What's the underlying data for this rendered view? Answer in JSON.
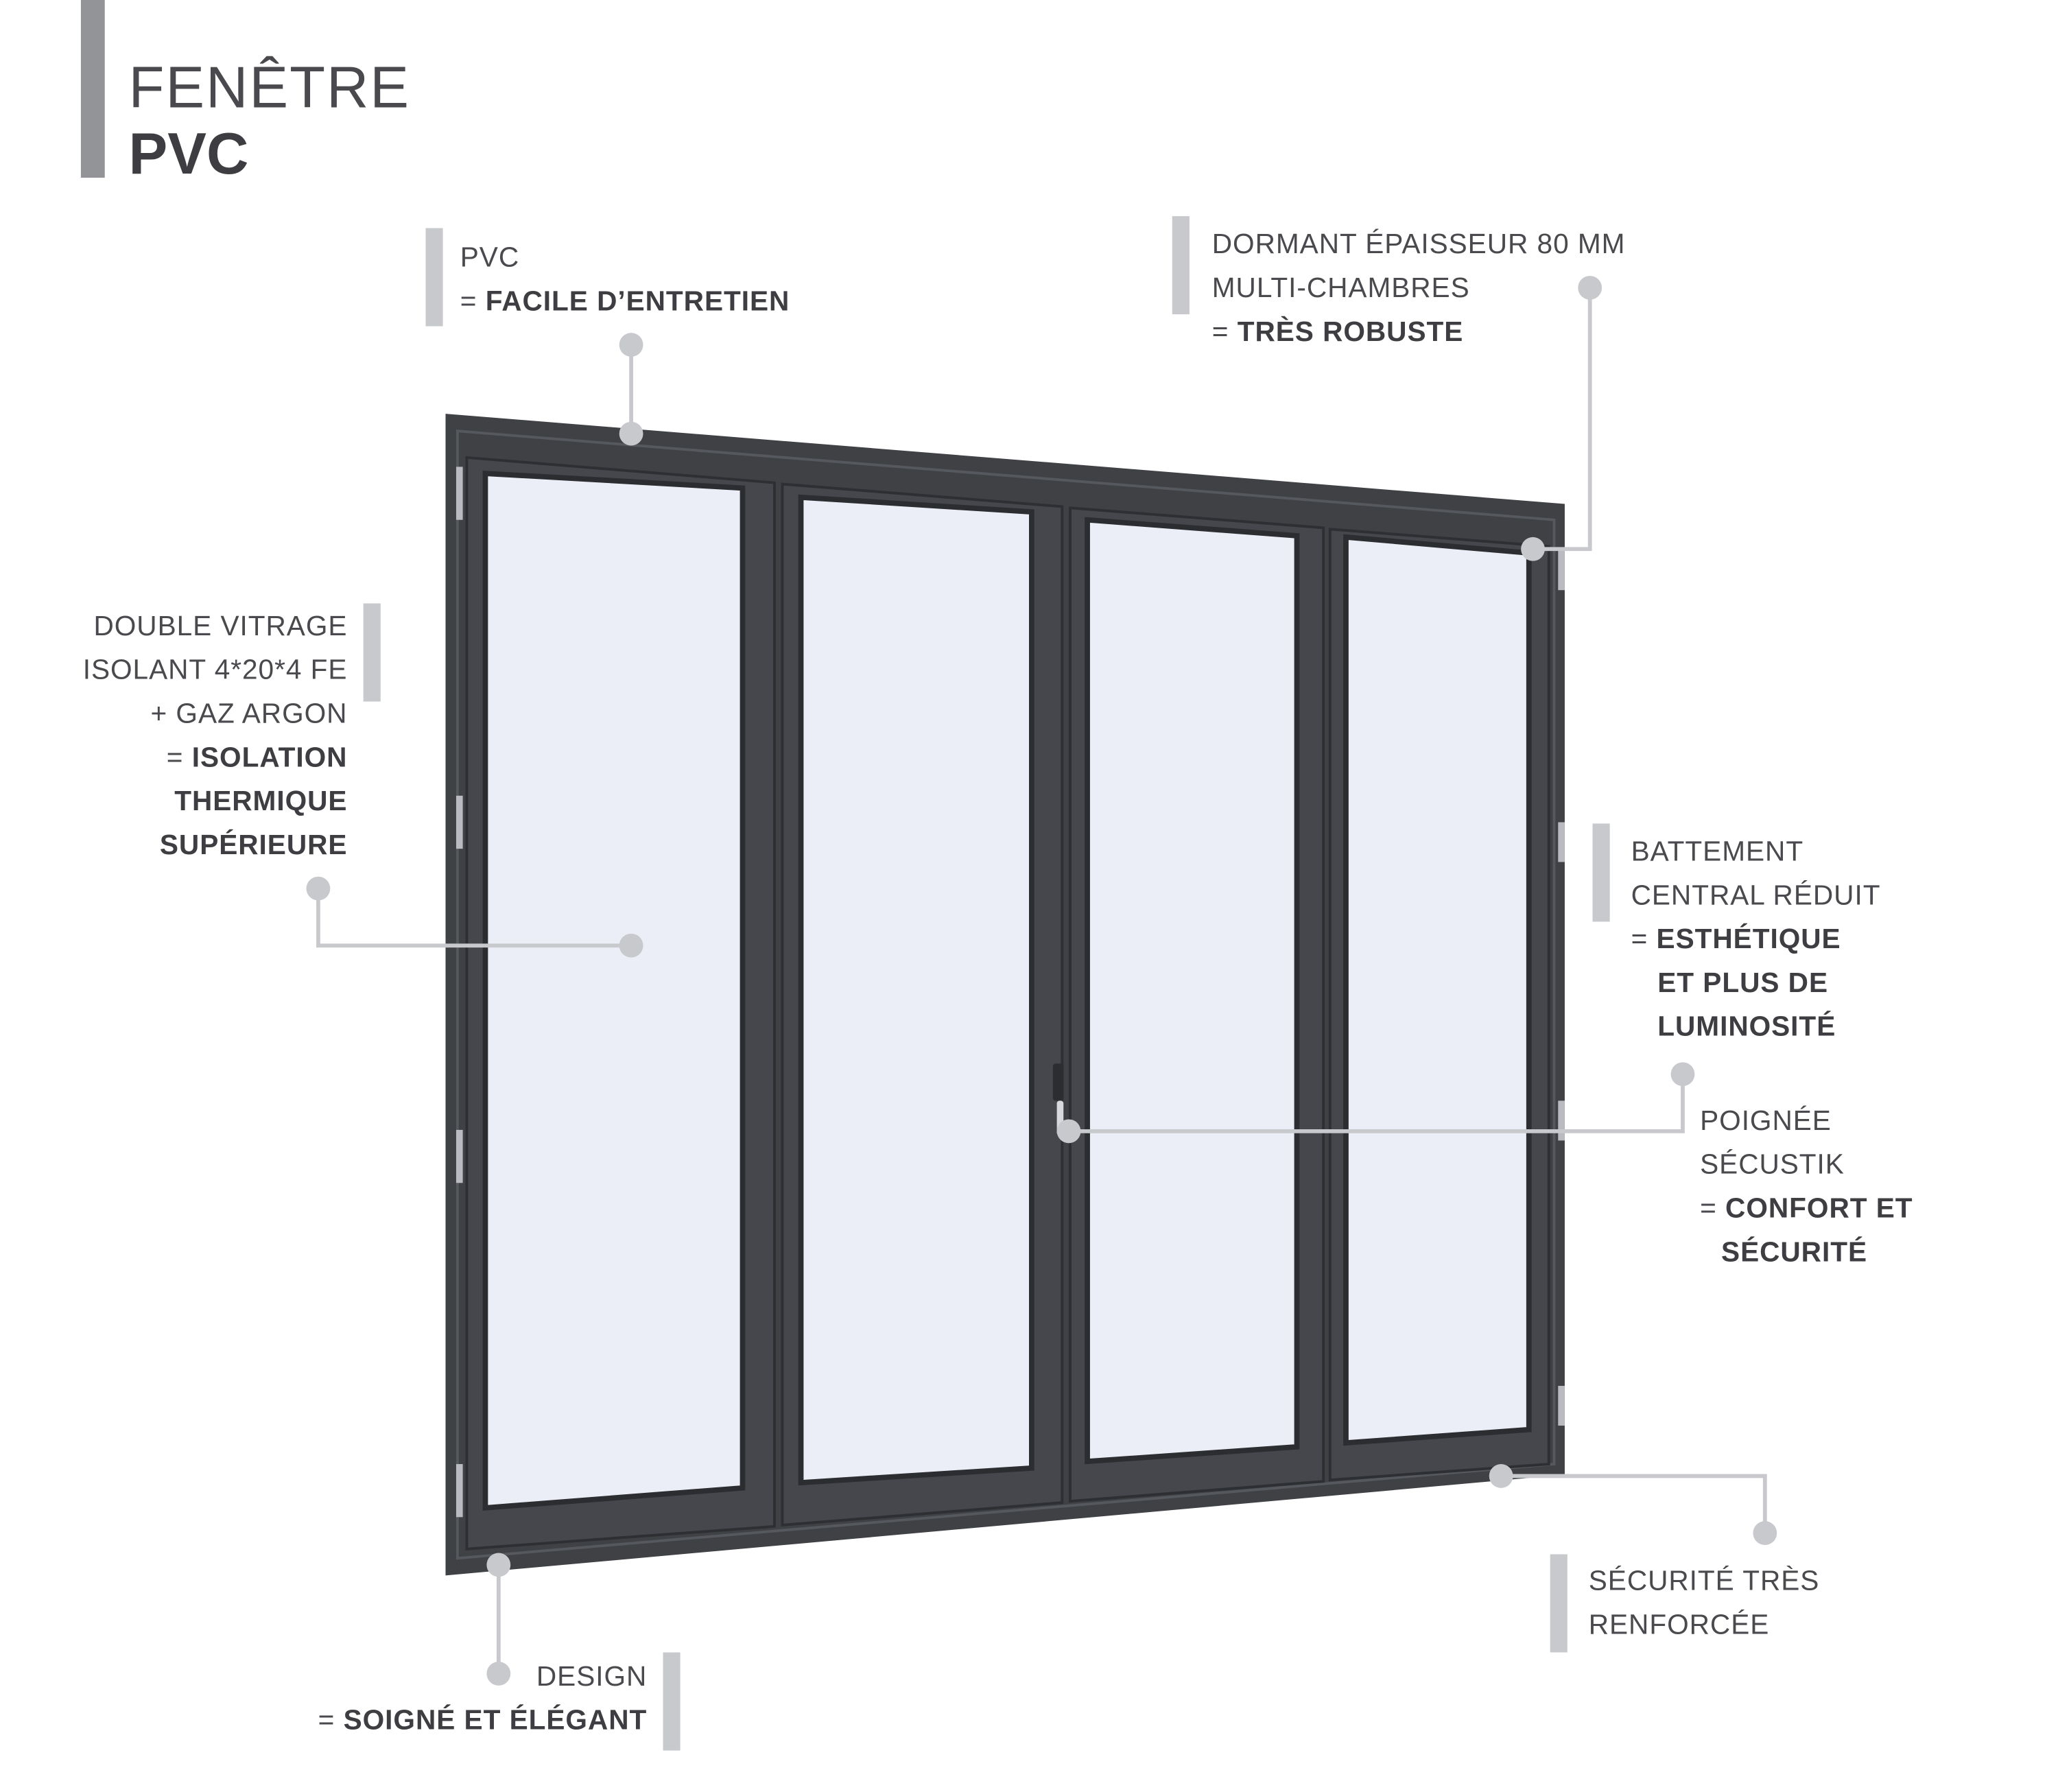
{
  "title": {
    "line1": "FENÊTRE",
    "line2": "PVC"
  },
  "colors": {
    "frame": "#3f4145",
    "glass": "#eceef7",
    "callout_line": "#c8c9cc",
    "title_bar": "#939498",
    "text": "#4a4a4e"
  },
  "callouts": {
    "pvc": {
      "line1": "PVC",
      "eq": "= ",
      "benefit": "FACILE D’ENTRETIEN"
    },
    "dormant": {
      "line1": "DORMANT ÉPAISSEUR 80 MM",
      "line2": "MULTI-CHAMBRES",
      "eq": "= ",
      "benefit": "TRÈS ROBUSTE"
    },
    "vitrage": {
      "line1": "DOUBLE VITRAGE",
      "line2": "ISOLANT 4*20*4 FE",
      "line3": "+ GAZ ARGON",
      "eq": "= ",
      "benefit1": "ISOLATION",
      "benefit2": "THERMIQUE",
      "benefit3": "SUPÉRIEURE"
    },
    "battement": {
      "line1": "BATTEMENT",
      "line2": "CENTRAL RÉDUIT",
      "eq": "= ",
      "benefit1": "ESTHÉTIQUE",
      "benefit2": "ET PLUS DE",
      "benefit3": "LUMINOSITÉ"
    },
    "poignee": {
      "line1": "POIGNÉE",
      "line2": "SÉCUSTIK",
      "eq": "= ",
      "benefit1": "CONFORT ET",
      "benefit2": "SÉCURITÉ"
    },
    "securite": {
      "line1": "SÉCURITÉ TRÈS",
      "line2": "RENFORCÉE"
    },
    "design": {
      "line1": "DESIGN",
      "eq": "= ",
      "benefit": "SOIGNÉ ET ÉLÉGANT"
    }
  }
}
